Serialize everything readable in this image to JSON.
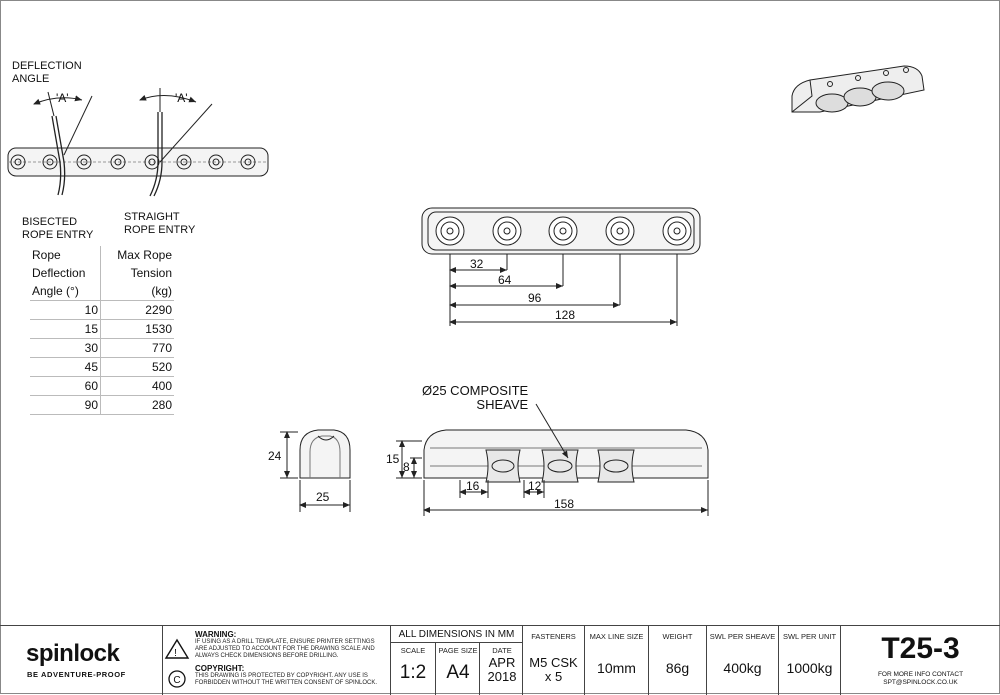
{
  "drawing": {
    "deflection_label": [
      "DEFLECTION",
      "ANGLE"
    ],
    "angle_marker": "'A'",
    "bisected_label": [
      "BISECTED",
      "ROPE ENTRY"
    ],
    "straight_label": [
      "STRAIGHT",
      "ROPE ENTRY"
    ],
    "sheave_label": [
      "Ø25 COMPOSITE",
      "SHEAVE"
    ],
    "dims_top": [
      "32",
      "64",
      "96",
      "128"
    ],
    "dims_side": [
      "15",
      "8",
      "16",
      "12",
      "158"
    ],
    "dims_end": [
      "24",
      "25"
    ]
  },
  "table": {
    "head_left": [
      "Rope",
      "Deflection",
      "Angle (°)"
    ],
    "head_right": [
      "Max Rope",
      "Tension",
      "(kg)"
    ],
    "rows": [
      [
        "10",
        "2290"
      ],
      [
        "15",
        "1530"
      ],
      [
        "30",
        "770"
      ],
      [
        "45",
        "520"
      ],
      [
        "60",
        "400"
      ],
      [
        "90",
        "280"
      ]
    ]
  },
  "titleblock": {
    "brand": "spinlock",
    "tagline": "BE ADVENTURE-PROOF",
    "warning_title": "WARNING:",
    "warning_text": "IF USING AS A DRILL TEMPLATE, ENSURE PRINTER SETTINGS ARE ADJUSTED TO ACCOUNT FOR THE DRAWING SCALE AND ALWAYS CHECK DIMENSIONS BEFORE DRILLING.",
    "copyright_title": "COPYRIGHT:",
    "copyright_text": "THIS DRAWING IS PROTECTED BY COPYRIGHT. ANY USE IS FORBIDDEN WITHOUT THE WRITTEN CONSENT OF SPINLOCK.",
    "all_dims": "ALL DIMENSIONS IN MM",
    "scale_head": "SCALE",
    "scale": "1:2",
    "page_head": "PAGE SIZE",
    "page": "A4",
    "date_head": "DATE",
    "date": [
      "APR",
      "2018"
    ],
    "fast_head": "FASTENERS",
    "fast": [
      "M5 CSK",
      "x 5"
    ],
    "line_head": "MAX LINE SIZE",
    "line": "10mm",
    "weight_head": "WEIGHT",
    "weight": "86g",
    "swl_sheave_head": "SWL PER SHEAVE",
    "swl_sheave": "400kg",
    "swl_unit_head": "SWL PER UNIT",
    "swl_unit": "1000kg",
    "part": "T25-3",
    "contact": [
      "FOR MORE INFO CONTACT",
      "SPT@SPINLOCK.CO.UK"
    ]
  },
  "colors": {
    "line": "#222222",
    "part_fill": "#f2f2f2",
    "table_border": "#bbbbbb"
  }
}
